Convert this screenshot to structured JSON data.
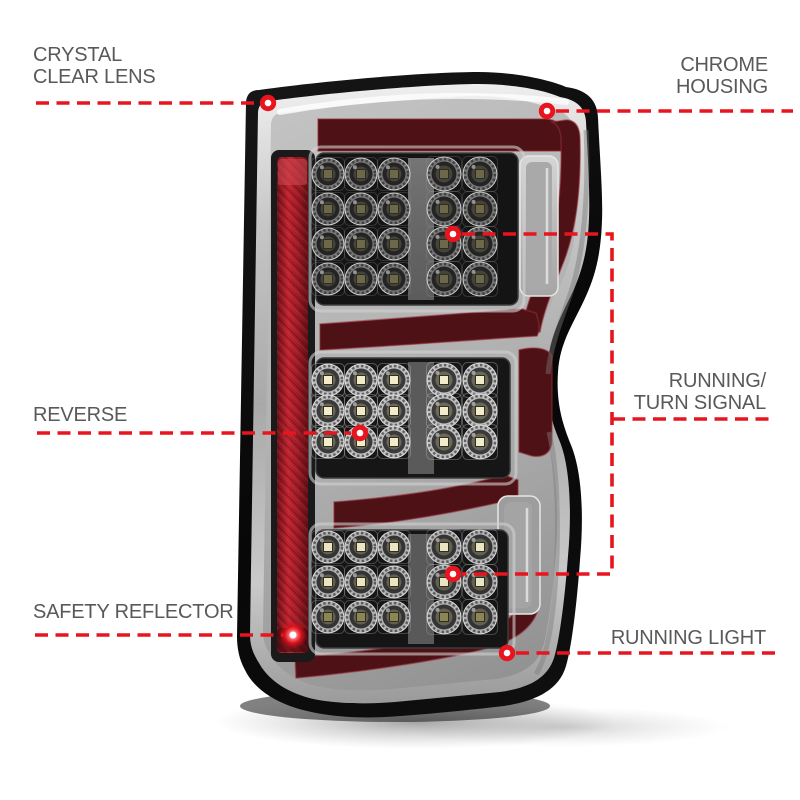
{
  "colors": {
    "background": "#ffffff",
    "callout_red": "#e8141e",
    "label_text": "#58595b",
    "housing_black": "#0d0d0d",
    "chrome_light": "#ededed",
    "chrome_dark": "#8c8c8c",
    "maroon_accent": "#4e1216",
    "reflector_red": "#b01e2a",
    "led_chip_warm": "#f2ecca"
  },
  "callouts": {
    "crystal_clear_lens": {
      "lines": [
        "CRYSTAL",
        "CLEAR LENS"
      ]
    },
    "chrome_housing": {
      "lines": [
        "CHROME",
        "HOUSING"
      ]
    },
    "reverse": {
      "lines": [
        "REVERSE"
      ]
    },
    "running_turn_signal": {
      "lines": [
        "RUNNING/",
        "TURN SIGNAL"
      ]
    },
    "safety_reflector": {
      "lines": [
        "SAFETY REFLECTOR"
      ]
    },
    "running_light": {
      "lines": [
        "RUNNING LIGHT"
      ]
    }
  }
}
